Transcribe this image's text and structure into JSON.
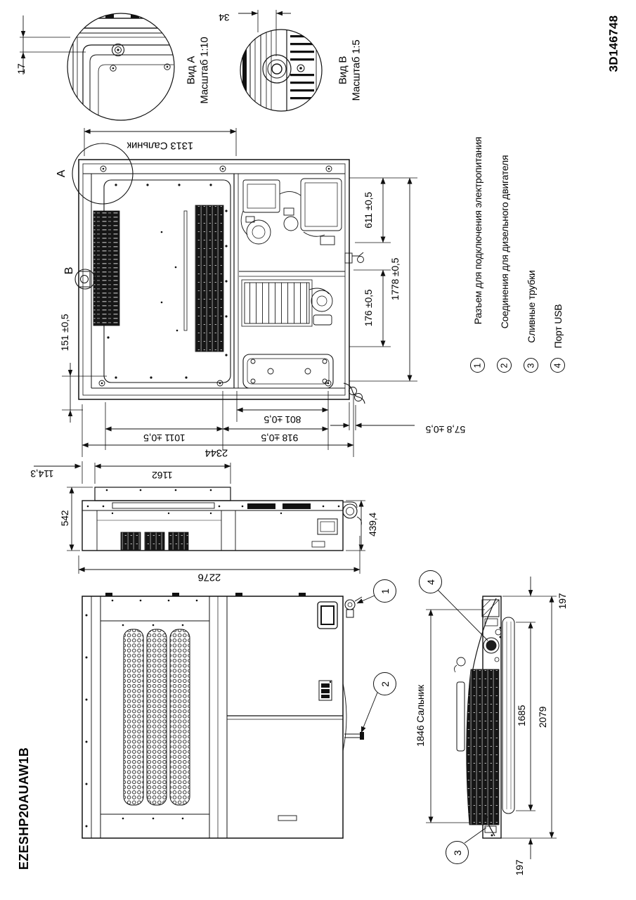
{
  "sheet": {
    "model": "EZESHP20AUAW1B",
    "drawing_number": "3D146748"
  },
  "details": {
    "a": {
      "title": "Вид A",
      "scale": "Масштаб 1:10",
      "dim": "17",
      "marker": "A"
    },
    "b": {
      "title": "Вид B",
      "scale": "Масштаб 1:5",
      "dim": "34",
      "marker": "B"
    }
  },
  "plan": {
    "dim_top": "1313 Сальник",
    "dim_611": "611 ±0,5",
    "dim_176": "176 ±0,5",
    "dim_1778": "1778 ±0,5",
    "dim_151": "151 ±0,5",
    "dim_801": "801 ±0,5",
    "dim_1011": "1011 ±0,5",
    "dim_918": "918 ±0,5",
    "dim_578": "57,8 ±0,5",
    "dim_2344": "2344"
  },
  "side": {
    "dim_1162": "1162",
    "dim_1143": "114,3",
    "dim_542": "542",
    "dim_4394": "439,4",
    "dim_2276": "2276"
  },
  "end": {
    "dim_1846": "1846 Сальник",
    "dim_1685": "1685",
    "dim_2079": "2079",
    "dim_197_top": "197",
    "dim_197_bottom": "197"
  },
  "callouts": {
    "c1": "1",
    "c2": "2",
    "c3": "3",
    "c4": "4"
  },
  "legend": {
    "items": [
      {
        "num": "1",
        "label": "Разъем для подключения электропитания"
      },
      {
        "num": "2",
        "label": "Соединения для дизельного двигателя"
      },
      {
        "num": "3",
        "label": "Сливные трубки"
      },
      {
        "num": "4",
        "label": "Порт USB"
      }
    ]
  }
}
